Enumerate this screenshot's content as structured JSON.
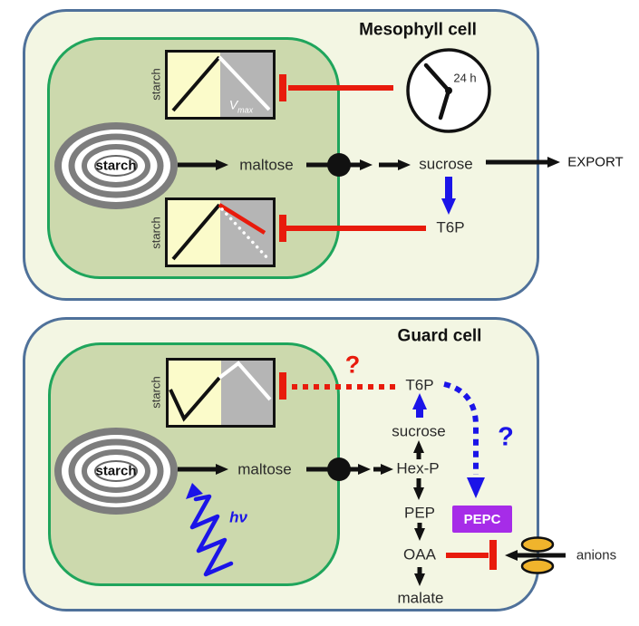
{
  "colors": {
    "cell_fill": "#f3f6e3",
    "cell_border": "#4f719a",
    "chloroplast_fill": "#ccd9ad",
    "chloroplast_border": "#1fa55c",
    "graph_day_fill": "#fbfbca",
    "graph_night_fill": "#b5b5b5",
    "inhibit_red": "#e81b0c",
    "signal_blue": "#1b14e8",
    "pepc_purple": "#a62ce8",
    "channel_yellow": "#f0b42c"
  },
  "mesophyll": {
    "title": "Mesophyll cell",
    "clock_label": "24 h",
    "graph_day": {
      "axis_label": "starch",
      "vmax_base": "V",
      "vmax_sub": "max"
    },
    "graph_night": {
      "axis_label": "starch"
    },
    "granule_label": "starch",
    "maltose": "maltose",
    "sucrose": "sucrose",
    "export": "EXPORT",
    "t6p": "T6P"
  },
  "guard": {
    "title": "Guard cell",
    "graph": {
      "axis_label": "starch"
    },
    "granule_label": "starch",
    "light_label": "hν",
    "question_red": "?",
    "question_blue": "?",
    "maltose": "maltose",
    "hexp": "Hex-P",
    "sucrose": "sucrose",
    "t6p": "T6P",
    "pep": "PEP",
    "oaa": "OAA",
    "malate": "malate",
    "pepc": "PEPC",
    "anions": "anions"
  }
}
